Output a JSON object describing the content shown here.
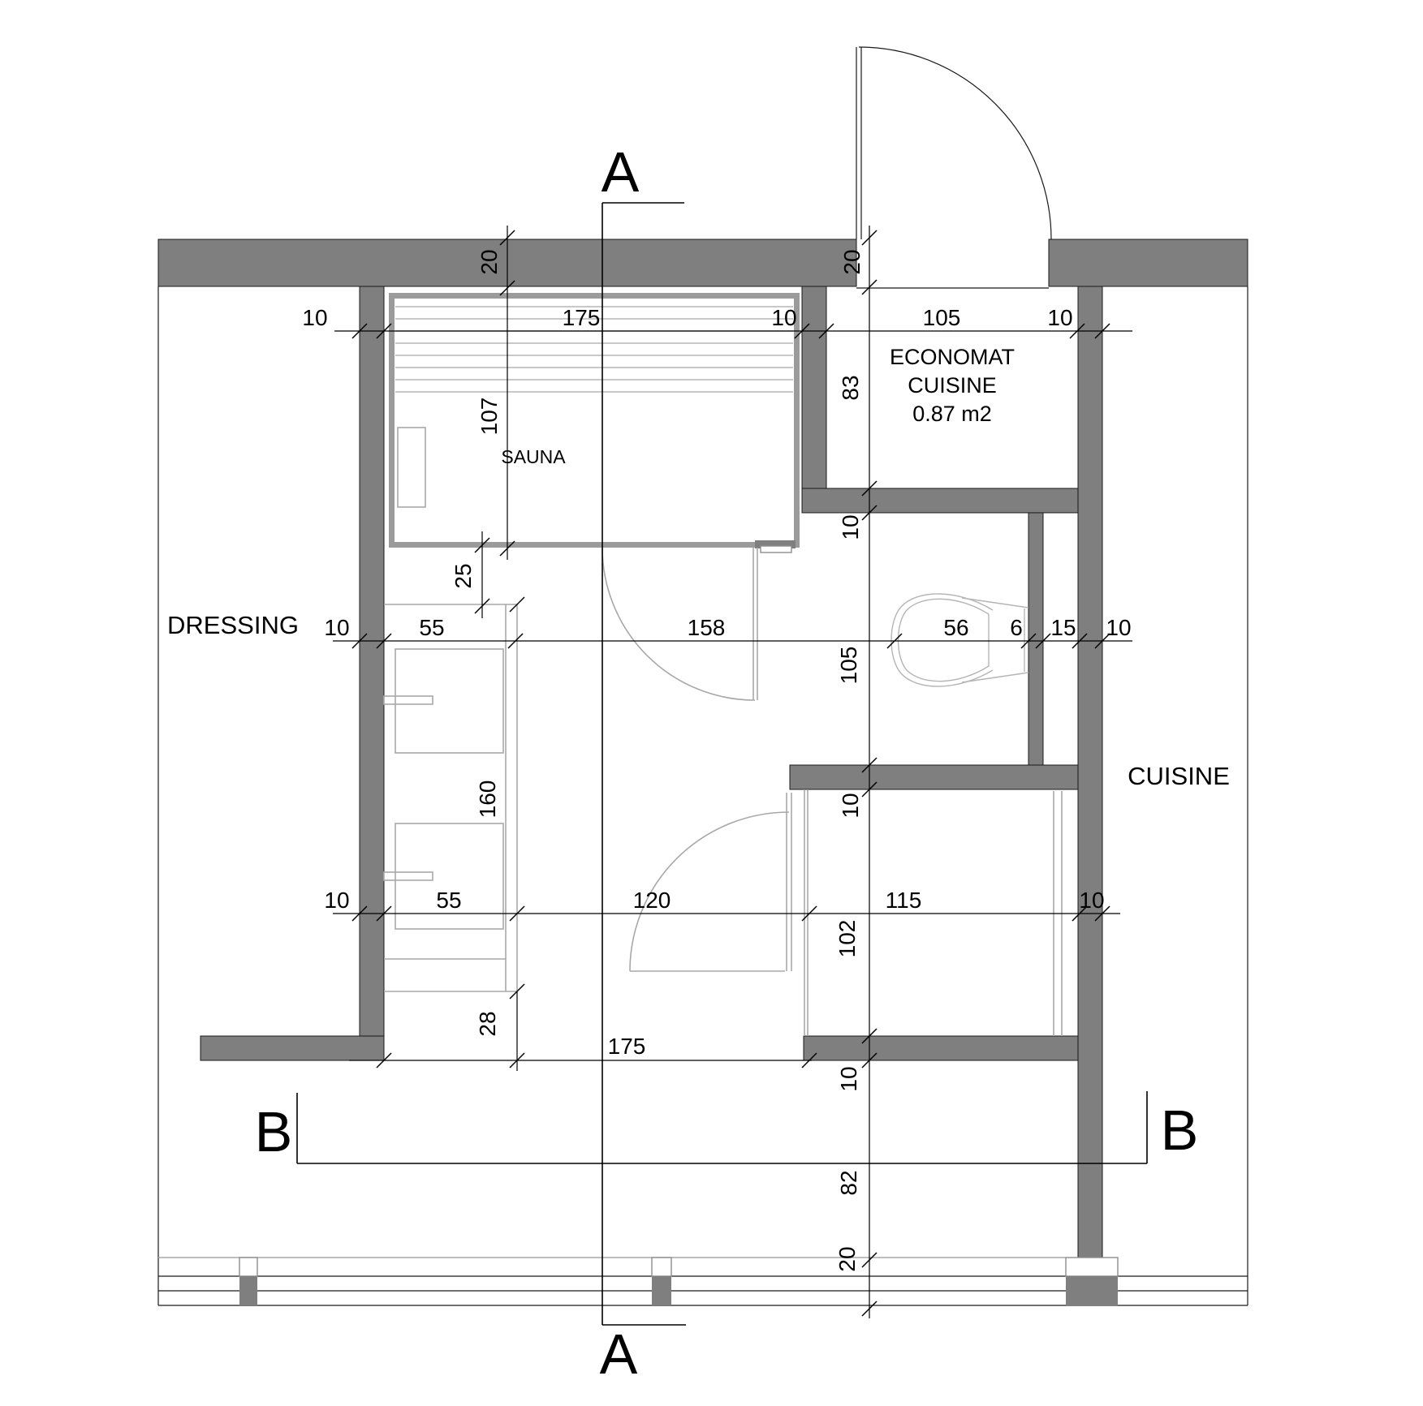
{
  "drawing": {
    "type": "architectural floor plan",
    "colors": {
      "wall": "#7f7f7f",
      "sauna_wall": "#9b9b9b",
      "furniture_line": "#a8a8a8",
      "line": "#000000",
      "background": "#ffffff"
    },
    "rooms": {
      "dressing": "DRESSING",
      "sauna": "SAUNA",
      "cuisine": "CUISINE",
      "economat_line1": "ECONOMAT",
      "economat_line2": "CUISINE",
      "economat_line3": "0.87 m2"
    },
    "sections": {
      "a_top": "A",
      "a_bottom": "A",
      "b_left": "B",
      "b_right": "B"
    },
    "dims_top_row": [
      "10",
      "175",
      "10",
      "105",
      "10"
    ],
    "dims_mid_row": [
      "10",
      "55",
      "158",
      "56",
      "6",
      "15",
      "10"
    ],
    "dims_lower_row": [
      "10",
      "55",
      "120",
      "115",
      "10"
    ],
    "dim_bottom": "175",
    "dims_left_col": [
      "20",
      "107",
      "25",
      "160",
      "28"
    ],
    "dims_right_col": [
      "20",
      "83",
      "10",
      "105",
      "10",
      "102",
      "10",
      "82",
      "20"
    ]
  }
}
